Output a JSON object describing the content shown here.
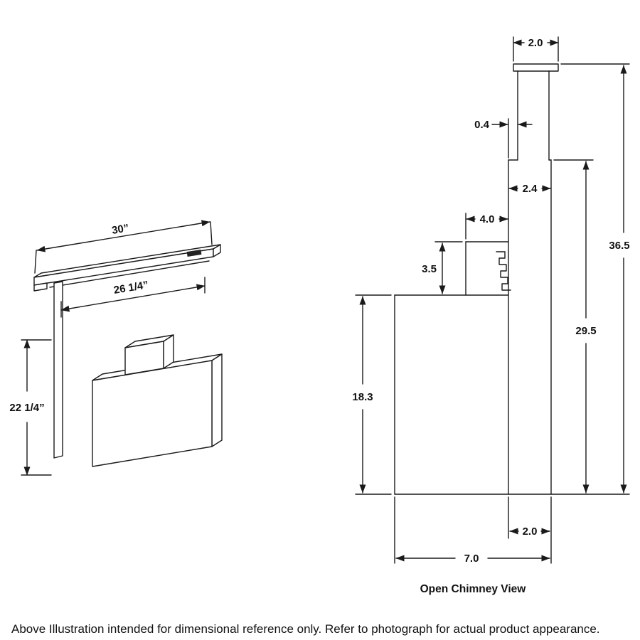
{
  "caption": "Above Illustration intended for dimensional reference only. Refer to photograph for actual product appearance.",
  "left_view": {
    "top_width": "30”",
    "inner_width": "26 1/4”",
    "height": "22 1/4”"
  },
  "right_view": {
    "title": "Open Chimney View",
    "cap_width": "2.0",
    "pipe_offset": "0.4",
    "chimney_depth_top": "2.4",
    "duct_depth": "4.0",
    "duct_height": "3.5",
    "total_height": "36.5",
    "chimney_height": "29.5",
    "body_height": "18.3",
    "chimney_depth_bottom": "2.0",
    "total_depth": "7.0"
  }
}
